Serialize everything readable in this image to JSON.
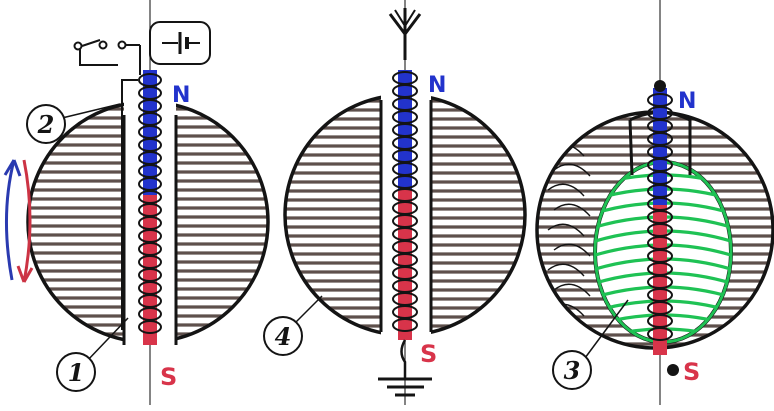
{
  "colors": {
    "ink": "#141414",
    "hatch": "#5e504c",
    "north": "#2233cc",
    "south": "#d8344a",
    "green": "#1fc254",
    "arrow_blue": "#2a3ab0",
    "arrow_red": "#cc3344"
  },
  "figures": [
    {
      "id": "figure-1",
      "pole_top": "N",
      "pole_bottom": "S",
      "callouts": [
        "2",
        "1"
      ],
      "symbols": [
        "battery-icon",
        "switch-icon",
        "rotation-arrows-icon"
      ]
    },
    {
      "id": "figure-4",
      "pole_top": "N",
      "pole_bottom": "S",
      "callouts": [
        "4"
      ],
      "symbols": [
        "antenna-icon",
        "ground-icon"
      ]
    },
    {
      "id": "figure-3",
      "pole_top": "N",
      "pole_bottom": "S",
      "callouts": [
        "3"
      ],
      "symbols": [
        "green-inner-coil"
      ]
    }
  ]
}
